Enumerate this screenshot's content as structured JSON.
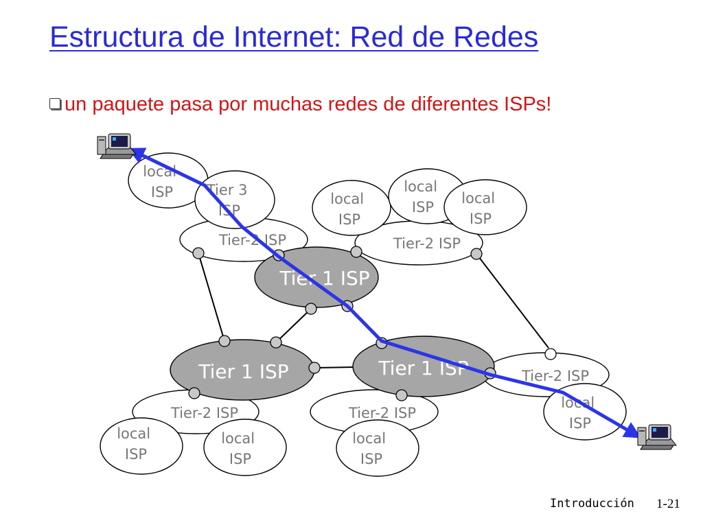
{
  "slide": {
    "title": "Estructura de Internet: Red de Redes",
    "bullet": "un paquete pasa por muchas redes de diferentes ISPs!",
    "footer": {
      "section": "Introducción",
      "page": "1-21"
    }
  },
  "colors": {
    "title": "#2a2ad6",
    "bullet": "#d11414",
    "tier1_fill": "#a6a6a6",
    "packet_path": "#2b35e8",
    "label_gray": "#777777"
  },
  "nodes": {
    "tier1_center": "Tier 1 ISP",
    "tier1_left": "Tier 1 ISP",
    "tier1_right": "Tier 1 ISP",
    "tier2_top_left": "Tier-2 ISP",
    "tier2_top_right": "Tier-2 ISP",
    "tier2_right": "Tier-2 ISP",
    "tier2_bottom_left": "Tier-2 ISP",
    "tier2_bottom_middle": "Tier-2 ISP",
    "tier3": [
      "Tier 3",
      "ISP"
    ],
    "local_top_left": [
      "local",
      "ISP"
    ],
    "local_top_right_1": [
      "local",
      "ISP"
    ],
    "local_top_right_2": [
      "local",
      "ISP"
    ],
    "local_top_right_3": [
      "local",
      "ISP"
    ],
    "local_bottom_1": [
      "local",
      "ISP"
    ],
    "local_bottom_2": [
      "local",
      "ISP"
    ],
    "local_bottom_3": [
      "local",
      "ISP"
    ],
    "local_bottom_right": [
      "local",
      "ISP"
    ]
  },
  "icons": {
    "source_host": "desktop-computer-icon",
    "destination_host": "desktop-computer-icon"
  }
}
